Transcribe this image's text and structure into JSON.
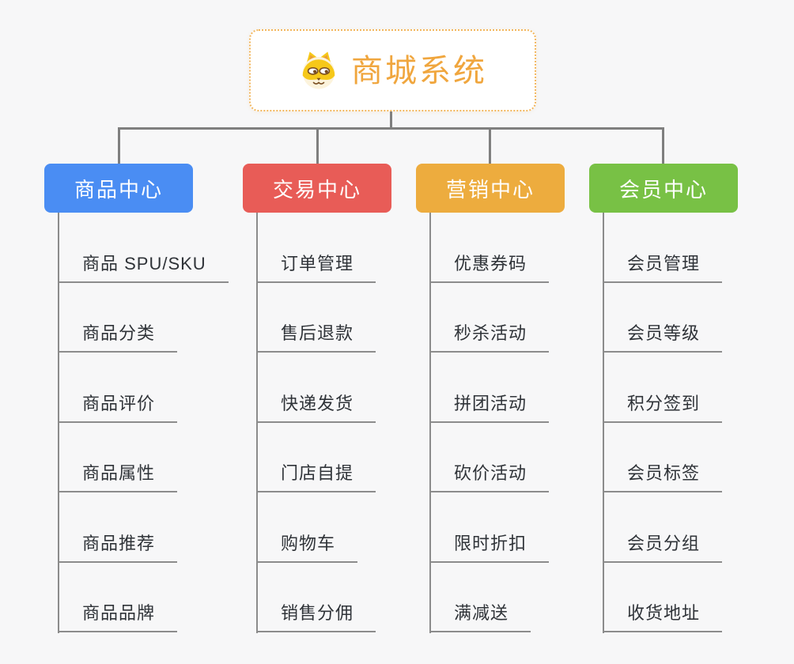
{
  "page": {
    "background_color": "#F7F7F8",
    "connector_color": "#7F7F7F",
    "child_line_color": "#8C8C8C"
  },
  "root": {
    "label": "商城系统",
    "icon": "dog-face-icon",
    "text_color": "#F0A63E",
    "border_color": "#F2B65C"
  },
  "branches": [
    {
      "label": "商品中心",
      "color": "#4A8DF3",
      "children": [
        "商品 SPU/SKU",
        "商品分类",
        "商品评价",
        "商品属性",
        "商品推荐",
        "商品品牌"
      ]
    },
    {
      "label": "交易中心",
      "color": "#E85C57",
      "children": [
        "订单管理",
        "售后退款",
        "快递发货",
        "门店自提",
        "购物车",
        "销售分佣"
      ]
    },
    {
      "label": "营销中心",
      "color": "#EDAC3E",
      "children": [
        "优惠券码",
        "秒杀活动",
        "拼团活动",
        "砍价活动",
        "限时折扣",
        "满减送"
      ]
    },
    {
      "label": "会员中心",
      "color": "#78C145",
      "children": [
        "会员管理",
        "会员等级",
        "积分签到",
        "会员标签",
        "会员分组",
        "收货地址"
      ]
    }
  ]
}
